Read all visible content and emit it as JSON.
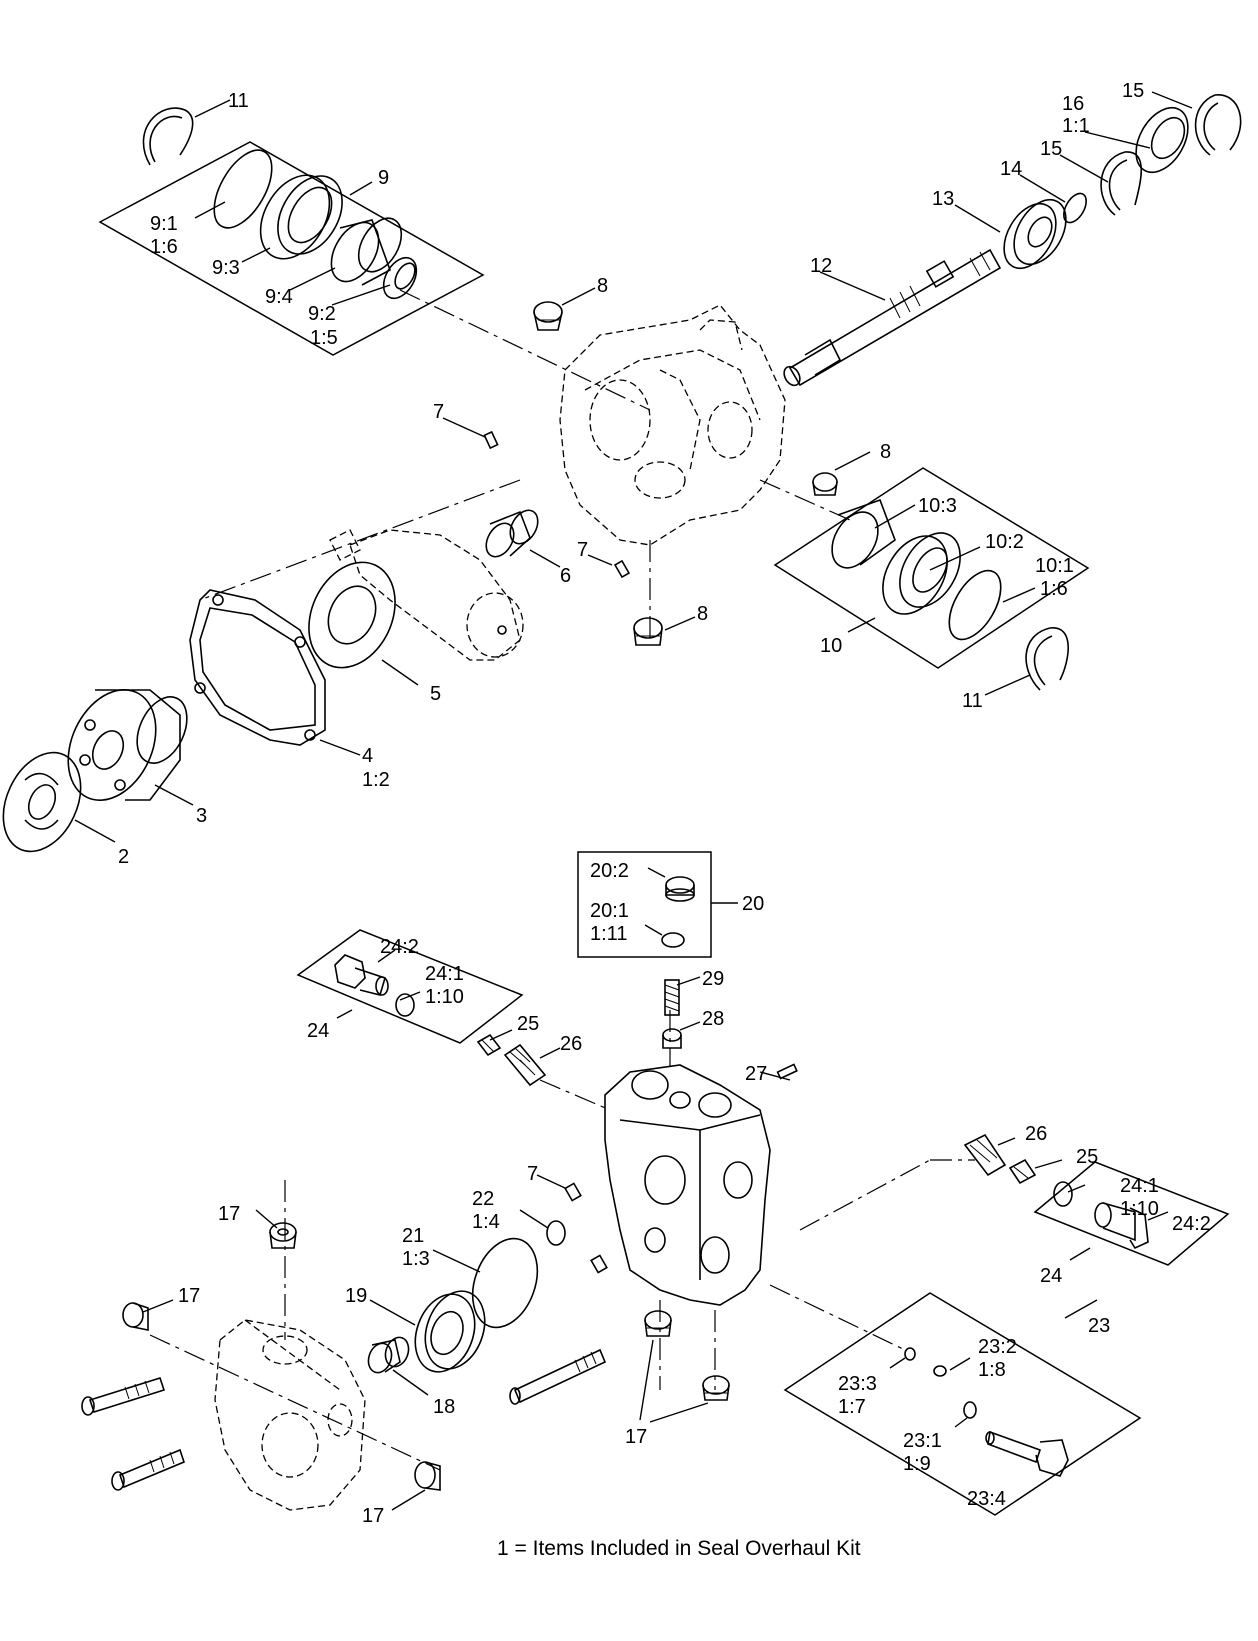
{
  "labels": {
    "l11a": "11",
    "l9": "9",
    "l9_1a": "9:1",
    "l9_1b": "1:6",
    "l9_3": "9:3",
    "l9_4": "9:4",
    "l9_2a": "9:2",
    "l9_2b": "1:5",
    "l8a": "8",
    "l7a": "7",
    "l12": "12",
    "l13": "13",
    "l14": "14",
    "l15a": "15",
    "l15b": "15",
    "l16a": "16",
    "l16b": "1:1",
    "l8b": "8",
    "l10_3": "10:3",
    "l10_2": "10:2",
    "l10_1a": "10:1",
    "l10_1b": "1:6",
    "l10": "10",
    "l11b": "11",
    "l7b": "7",
    "l6": "6",
    "l8c": "8",
    "l5": "5",
    "l4a": "4",
    "l4b": "1:2",
    "l3": "3",
    "l2": "2",
    "l20_2": "20:2",
    "l20_1a": "20:1",
    "l20_1b": "1:11",
    "l20": "20",
    "l24_2a": "24:2",
    "l24_1a": "24:1",
    "l24_1b": "1:10",
    "l24a": "24",
    "l29": "29",
    "l28": "28",
    "l25a": "25",
    "l26a": "26",
    "l27": "27",
    "l26b": "26",
    "l25b": "25",
    "l24_1c": "24:1",
    "l24_1d": "1:10",
    "l24_2b": "24:2",
    "l24b": "24",
    "l7c": "7",
    "l22a": "22",
    "l22b": "1:4",
    "l21a": "21",
    "l21b": "1:3",
    "l17a": "17",
    "l17b": "17",
    "l19": "19",
    "l18": "18",
    "l17c": "17",
    "l17d": "17",
    "l23": "23",
    "l23_2a": "23:2",
    "l23_2b": "1:8",
    "l23_3a": "23:3",
    "l23_3b": "1:7",
    "l23_1a": "23:1",
    "l23_1b": "1:9",
    "l23_4": "23:4"
  },
  "footnote": "1 = Items Included in Seal Overhaul Kit"
}
